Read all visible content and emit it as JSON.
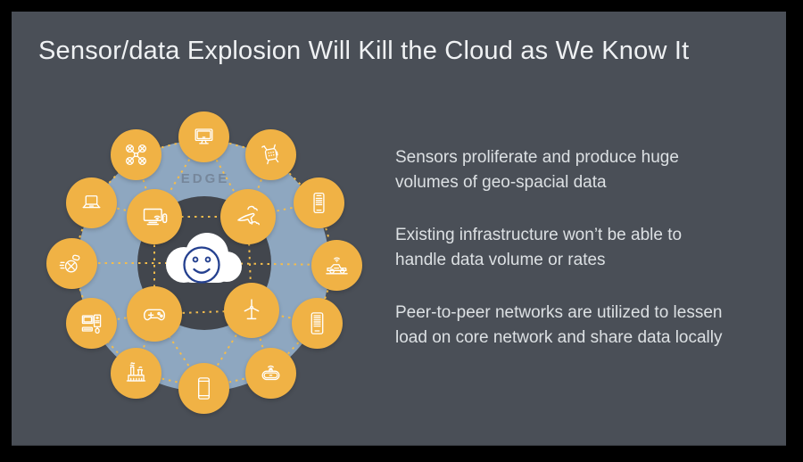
{
  "slide": {
    "title": "Sensor/data Explosion Will Kill the Cloud as We Know It"
  },
  "bullets": [
    "Sensors proliferate and produce huge volumes of geo-spacial data",
    "Existing infrastructure won’t be able to handle data volume or rates",
    "Peer-to-peer networks are utilized to lessen load on core network and share data locally"
  ],
  "diagram": {
    "edge_label": "EDGE",
    "center": {
      "name": "cloud-smiley",
      "icon": "cloud-smiley-icon"
    },
    "nodes": [
      {
        "id": "desktop-monitor",
        "icon": "desktop-monitor-icon",
        "ring": "outer"
      },
      {
        "id": "smartwatch",
        "icon": "smartwatch-icon",
        "ring": "outer"
      },
      {
        "id": "smartphone",
        "icon": "smartphone-icon",
        "ring": "outer"
      },
      {
        "id": "connected-car",
        "icon": "connected-car-icon",
        "ring": "outer"
      },
      {
        "id": "e-reader",
        "icon": "e-reader-icon",
        "ring": "outer"
      },
      {
        "id": "robot-vacuum",
        "icon": "robot-vacuum-icon",
        "ring": "outer"
      },
      {
        "id": "tablet",
        "icon": "tablet-icon",
        "ring": "outer"
      },
      {
        "id": "factory",
        "icon": "factory-icon",
        "ring": "outer"
      },
      {
        "id": "workstation",
        "icon": "workstation-icon",
        "ring": "outer"
      },
      {
        "id": "rolling-robot",
        "icon": "rolling-robot-icon",
        "ring": "outer"
      },
      {
        "id": "laptop",
        "icon": "laptop-icon",
        "ring": "outer"
      },
      {
        "id": "drone",
        "icon": "drone-icon",
        "ring": "outer"
      },
      {
        "id": "smart-tv",
        "icon": "smart-tv-icon",
        "ring": "inner"
      },
      {
        "id": "airplane",
        "icon": "airplane-icon",
        "ring": "inner"
      },
      {
        "id": "gamepad",
        "icon": "gamepad-icon",
        "ring": "inner"
      },
      {
        "id": "wind-turbine",
        "icon": "wind-turbine-icon",
        "ring": "inner"
      }
    ]
  },
  "colors": {
    "frame": "#000000",
    "slide_bg": "#4A4F57",
    "orange": "#F0B245",
    "dash": "#F2BC4D",
    "edge_blue": "#8EA7C0",
    "inner_circle": "#42464D",
    "edge_label": "#76879B",
    "smiley": "#24408F",
    "title_text": "#EFF1F3",
    "body_text": "#DCE0E3"
  }
}
